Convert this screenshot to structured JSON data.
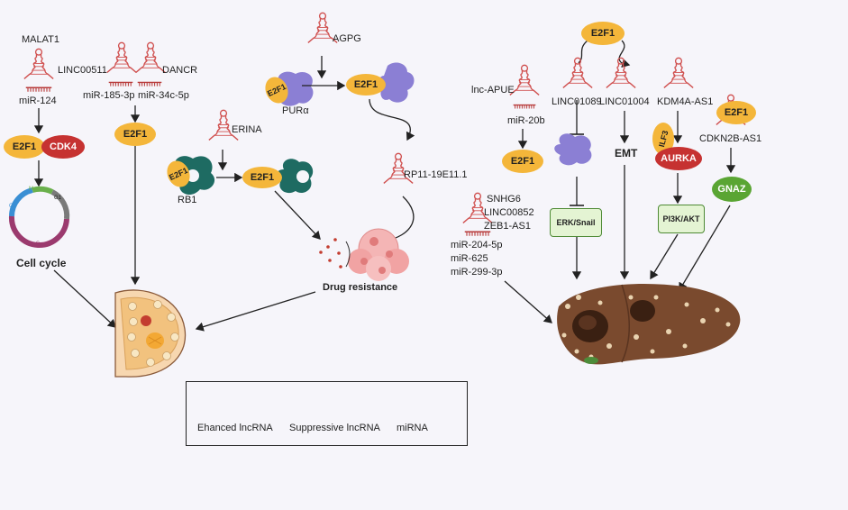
{
  "colors": {
    "enhanced_lncrna": "#d0504f",
    "suppressive_lncrna": "#2f9a86",
    "mirna": "#b83b3a",
    "e2f1": "#f4b63a",
    "cdk4": "#c63231",
    "aurka": "#c63231",
    "gnaz": "#5aa533",
    "purple_protein": "#8b7fd4",
    "teal_protein": "#1e6b62",
    "background": "#f6f5fa"
  },
  "breast_panel": {
    "malat1": "MALAT1",
    "mir124": "miR-124",
    "e2f1_a": "E2F1",
    "cdk4": "CDK4",
    "cycle_g1": "G1",
    "cycle_g2": "G2",
    "cycle_m": "M",
    "cycle_s": "S",
    "cell_cycle": "Cell cycle",
    "linc00511": "LINC00511",
    "dancr": "DANCR",
    "mir185": "miR-185-3p",
    "mir34c": "miR-34c-5p",
    "e2f1_b": "E2F1",
    "agpg": "AGPG",
    "e2f1_c": "E2F1",
    "pura": "PURα",
    "e2f1_d": "E2F1",
    "erina": "ERINA",
    "e2f1_e": "E2F1",
    "rb1": "RB1",
    "e2f1_f": "E2F1",
    "rp11": "RP11-19E11.1",
    "drug_resistance": "Drug resistance"
  },
  "liver_panel": {
    "e2f1_top": "E2F1",
    "lnc_apue": "lnc-APUE",
    "mir20b": "miR-20b",
    "e2f1_g": "E2F1",
    "linc01089": "LINC01089",
    "linc01004": "LINC01004",
    "kdm4a": "KDM4A-AS1",
    "ilf3": "ILF3",
    "aurka": "AURKA",
    "e2f1_h": "E2F1",
    "cdkn2b": "CDKN2B-AS1",
    "gnaz": "GNAZ",
    "emt": "EMT",
    "erk_snail": "ERK/Snail",
    "pi3k_akt": "PI3K/AKT",
    "snhg6": "SNHG6",
    "linc00852": "LINC00852",
    "zeb1": "ZEB1-AS1",
    "mir204": "miR-204-5p",
    "mir625": "miR-625",
    "mir299": "miR-299-3p"
  },
  "legend": {
    "enhanced": "Ehanced lncRNA",
    "suppressive": "Suppressive lncRNA",
    "mirna": "miRNA"
  }
}
